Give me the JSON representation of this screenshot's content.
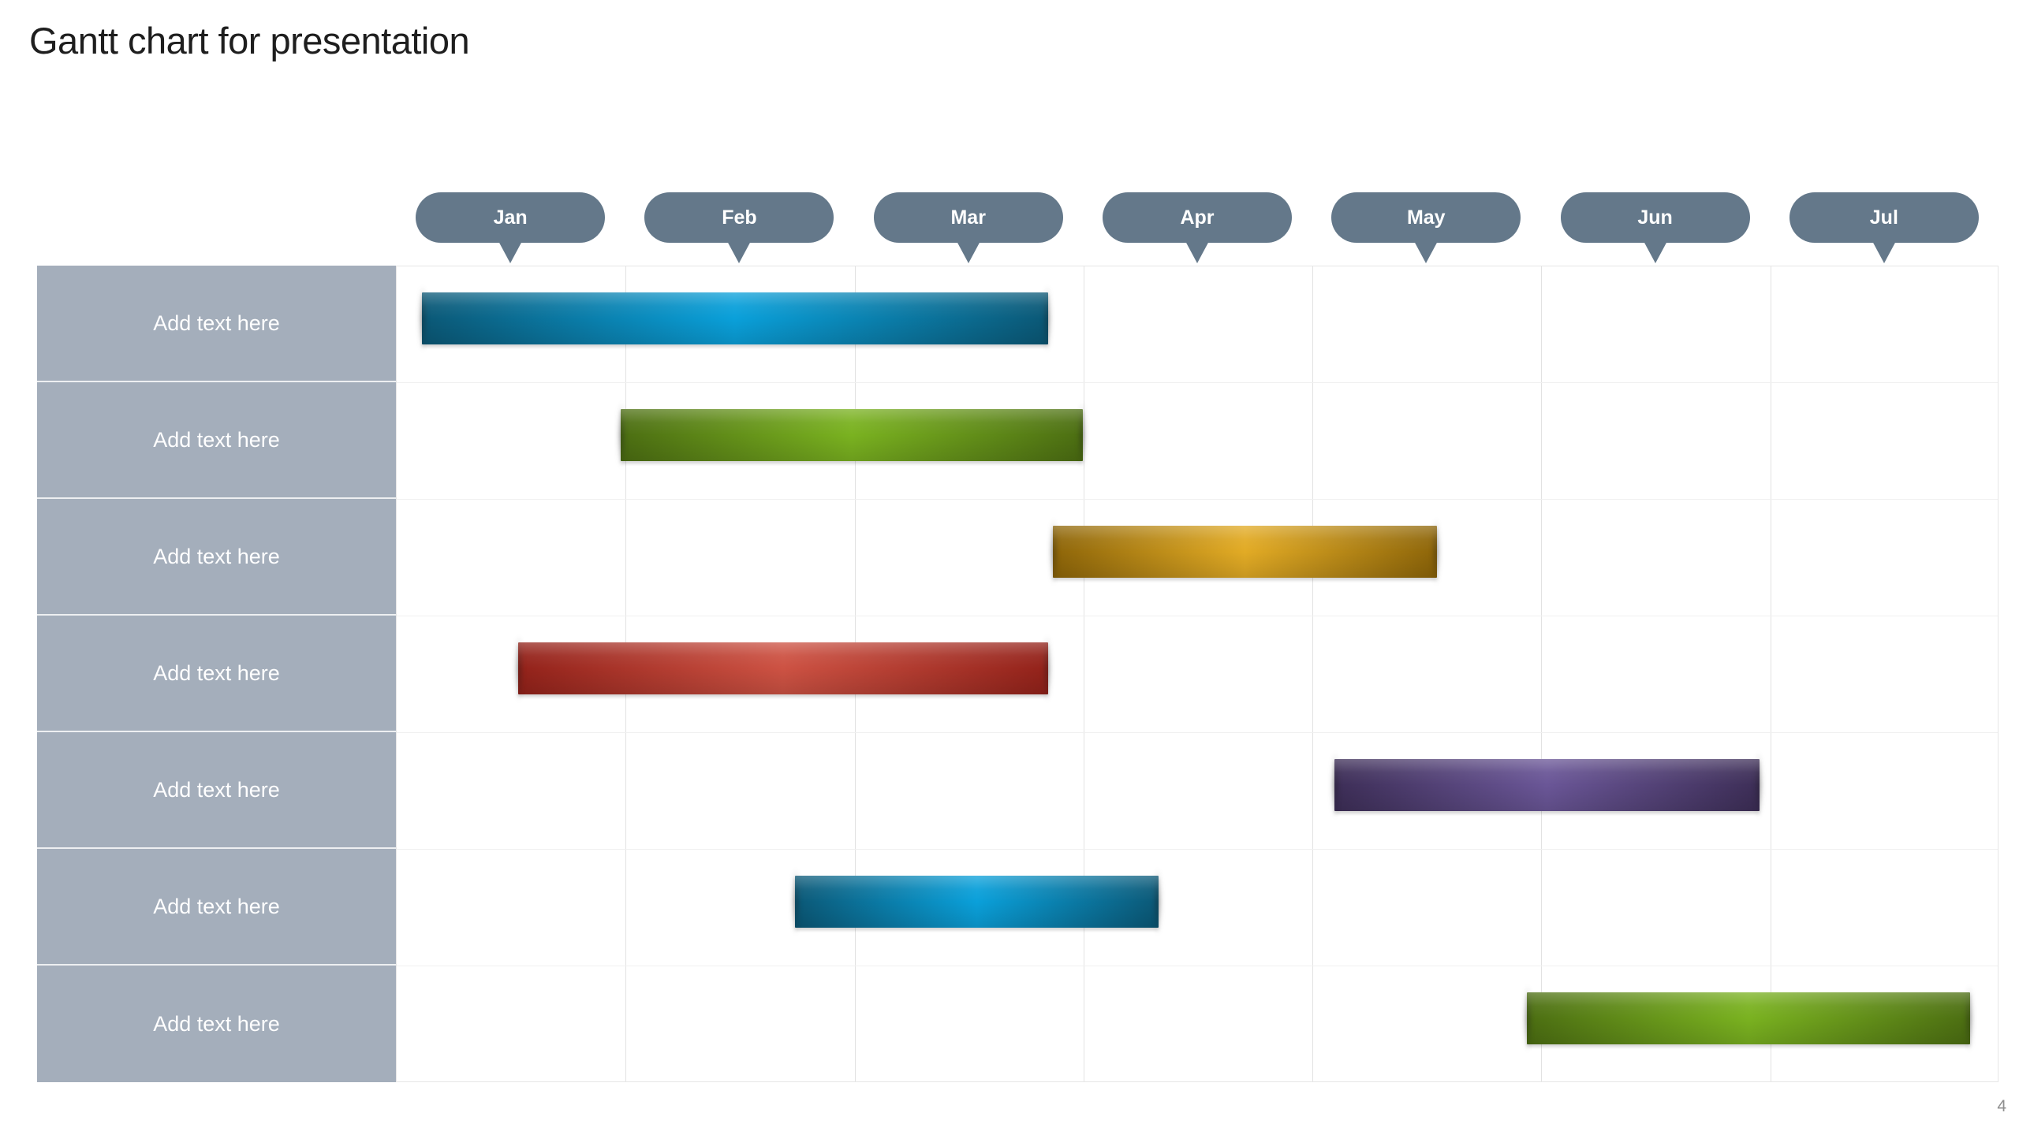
{
  "page": {
    "title": "Gantt chart for presentation",
    "page_number": "4"
  },
  "colors": {
    "month_pill": "#64788a",
    "month_pill_text": "#ffffff",
    "sidebar_row": "#a4aebb",
    "sidebar_row_text": "#ffffff",
    "title_text": "#1e1e1e",
    "page_number_text": "#8f8f8f",
    "grid_line_vertical": "#e2e2e2",
    "grid_line_horizontal": "#f0f0f0",
    "background": "#ffffff"
  },
  "chart_data": {
    "type": "gantt",
    "title": "Gantt chart for presentation",
    "x_axis": {
      "unit": "month",
      "labels": [
        "Jan",
        "Feb",
        "Mar",
        "Apr",
        "May",
        "Jun",
        "Jul"
      ],
      "range_months": [
        0,
        7
      ]
    },
    "grid": true,
    "row_placeholder": "Add text here",
    "tasks": [
      {
        "label": "Add text here",
        "start_month": 0.11,
        "end_month": 2.85,
        "color": "blue",
        "gradient_edge": "#0b5876",
        "gradient_mid": "#0aa0da"
      },
      {
        "label": "Add text here",
        "start_month": 0.98,
        "end_month": 3.0,
        "color": "green",
        "gradient_edge": "#4c6e12",
        "gradient_mid": "#7ab220"
      },
      {
        "label": "Add text here",
        "start_month": 2.87,
        "end_month": 4.55,
        "color": "gold",
        "gradient_edge": "#8d6509",
        "gradient_mid": "#e2ab25"
      },
      {
        "label": "Add text here",
        "start_month": 0.53,
        "end_month": 2.85,
        "color": "red",
        "gradient_edge": "#93221a",
        "gradient_mid": "#cd5243"
      },
      {
        "label": "Add text here",
        "start_month": 4.1,
        "end_month": 5.96,
        "color": "purple",
        "gradient_edge": "#3d2e57",
        "gradient_mid": "#6a5697"
      },
      {
        "label": "Add text here",
        "start_month": 1.74,
        "end_month": 3.33,
        "color": "blue",
        "gradient_edge": "#0b5876",
        "gradient_mid": "#0aa0da"
      },
      {
        "label": "Add text here",
        "start_month": 4.94,
        "end_month": 6.88,
        "color": "green",
        "gradient_edge": "#4c6e12",
        "gradient_mid": "#7ab220"
      }
    ]
  }
}
